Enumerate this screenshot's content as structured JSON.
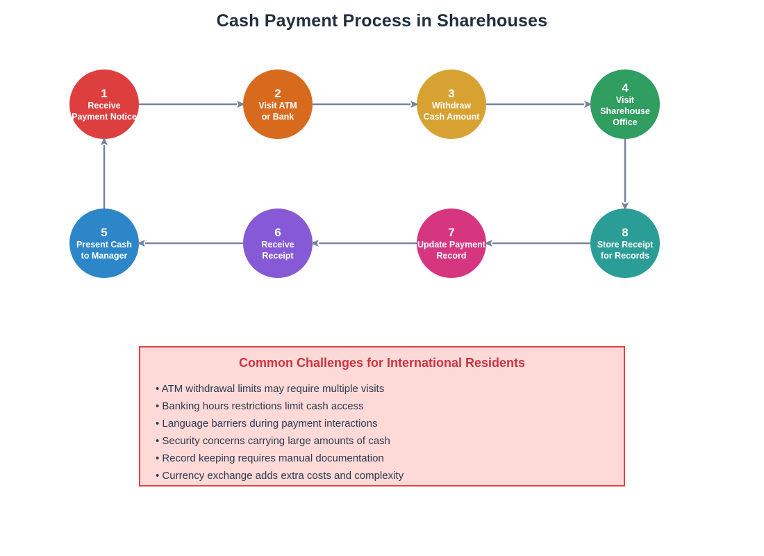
{
  "title": "Cash Payment Process in Sharehouses",
  "title_color": "#212f3d",
  "diagram": {
    "arrow_color": "#76839c",
    "steps": [
      {
        "number": "1",
        "label": "Receive\nPayment Notice",
        "color": "#dd3e3e"
      },
      {
        "number": "2",
        "label": "Visit ATM\nor Bank",
        "color": "#d86a1e"
      },
      {
        "number": "3",
        "label": "Withdraw\nCash Amount",
        "color": "#d8a233"
      },
      {
        "number": "4",
        "label": "Visit Sharehouse\nOffice",
        "color": "#2f9e60"
      },
      {
        "number": "5",
        "label": "Present Cash\nto Manager",
        "color": "#2d86c8"
      },
      {
        "number": "6",
        "label": "Receive\nReceipt",
        "color": "#8659d6"
      },
      {
        "number": "7",
        "label": "Update Payment\nRecord",
        "color": "#d63680"
      },
      {
        "number": "8",
        "label": "Store Receipt\nfor Records",
        "color": "#2a9d96"
      }
    ]
  },
  "challenges": {
    "title": "Common Challenges for International Residents",
    "title_color": "#cc3340",
    "background": "#fdd9d7",
    "border_color": "#e04343",
    "text_color": "#2e3a4e",
    "items": [
      "• ATM withdrawal limits may require multiple visits",
      "• Banking hours restrictions limit cash access",
      "• Language barriers during payment interactions",
      "• Security concerns carrying large amounts of cash",
      "• Record keeping requires manual documentation",
      "• Currency exchange adds extra costs and complexity"
    ]
  }
}
